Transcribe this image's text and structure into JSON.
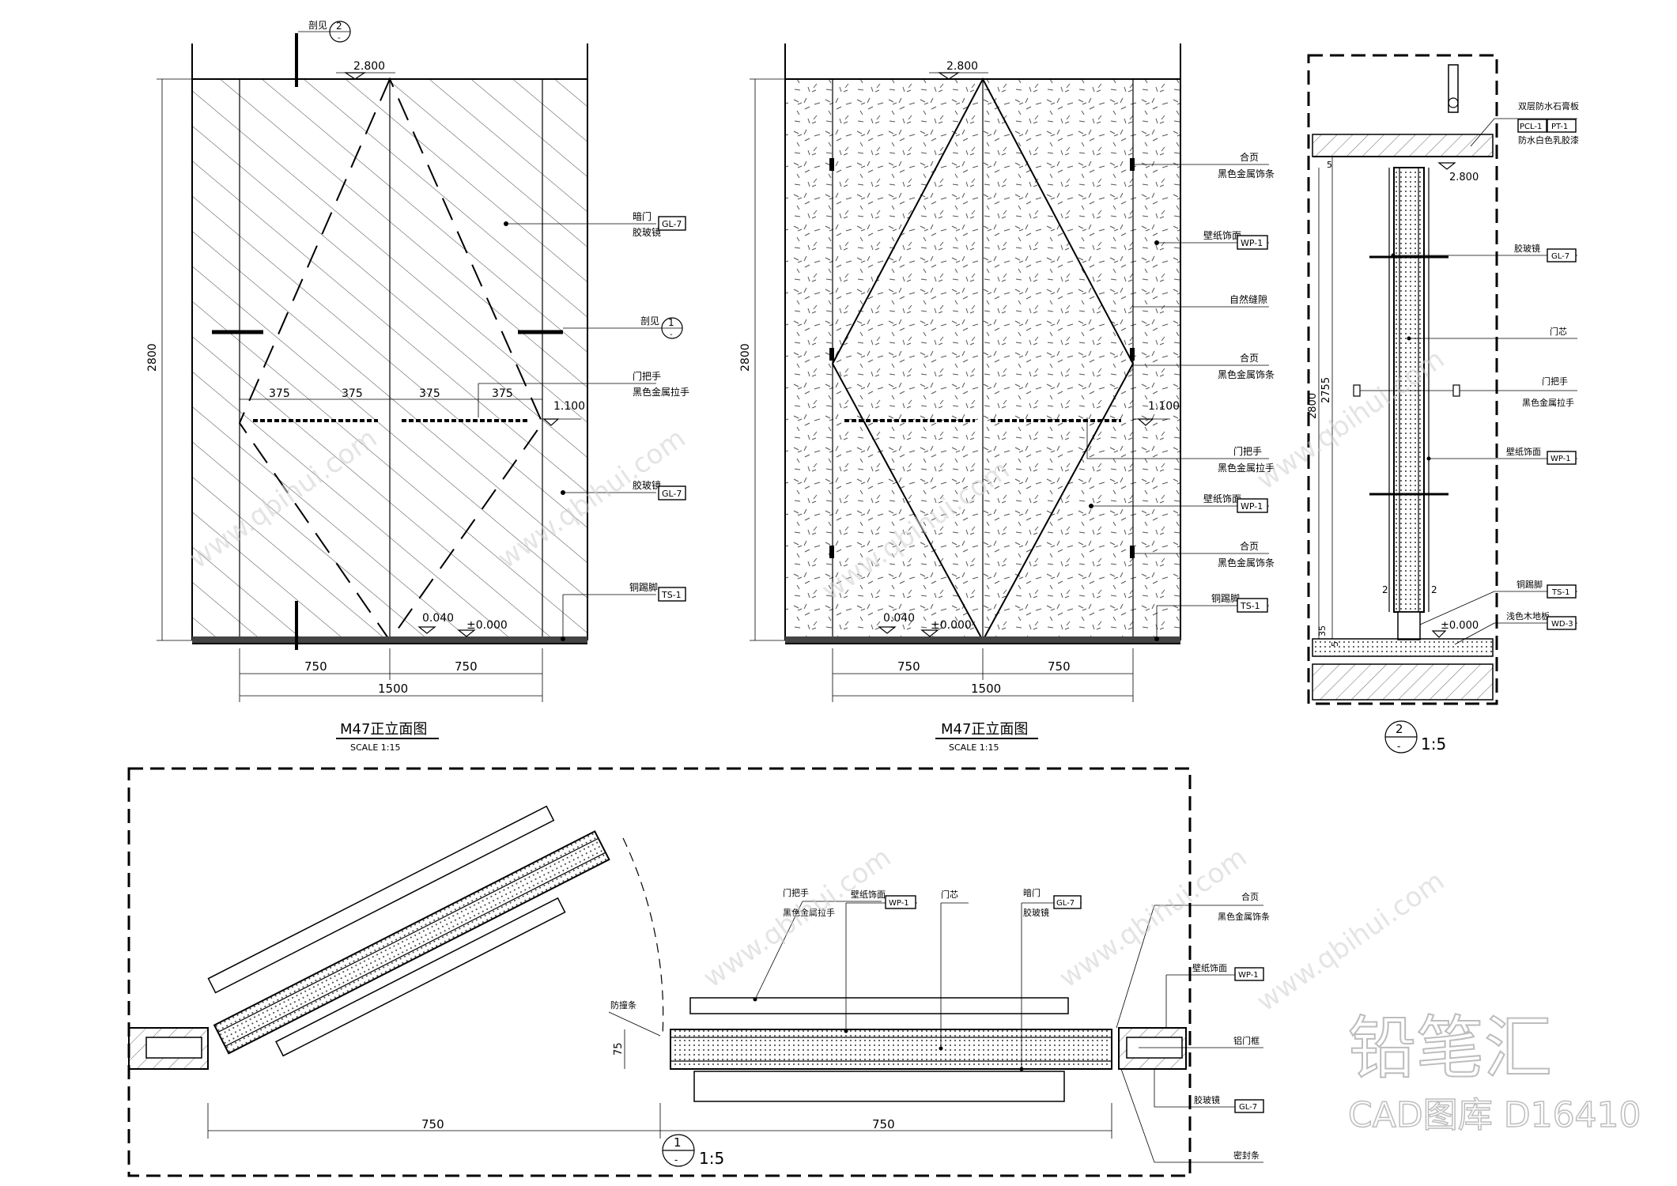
{
  "elev_a": {
    "title": "M47正立面图",
    "scale": "SCALE  1:15",
    "dims": {
      "top": "2.800",
      "left": "2800",
      "h1": "1.100",
      "z1": "0.040",
      "z2": "±0.000",
      "w1": "750",
      "w2": "750",
      "wt": "1500",
      "q": [
        "375",
        "375",
        "375",
        "375"
      ]
    },
    "cuts": {
      "a": "2",
      "b": "1",
      "sub": "-",
      "la": "剖见",
      "lb": "剖见"
    },
    "notes": [
      {
        "t1": "暗门",
        "t2": "胶玻镜",
        "tag": "GL-7"
      },
      {
        "t1": "门把手",
        "t2": "黑色金属拉手",
        "tag": ""
      },
      {
        "t1": "胶玻镜",
        "t2": "",
        "tag": "GL-7"
      },
      {
        "t1": "铜踢脚",
        "t2": "",
        "tag": "TS-1"
      }
    ]
  },
  "elev_b": {
    "title": "M47正立面图",
    "scale": "SCALE  1:15",
    "dims": {
      "top": "2.800",
      "left": "2800",
      "h1": "1.100",
      "z1": "0.040",
      "z2": "±0.000",
      "w1": "750",
      "w2": "750",
      "wt": "1500"
    },
    "notes": [
      {
        "t1": "合页",
        "t2": "黑色金属饰条",
        "tag": ""
      },
      {
        "t1": "壁纸饰面",
        "t2": "",
        "tag": "WP-1"
      },
      {
        "t1": "自然缝隙",
        "t2": "",
        "tag": ""
      },
      {
        "t1": "合页",
        "t2": "黑色金属饰条",
        "tag": ""
      },
      {
        "t1": "门把手",
        "t2": "黑色金属拉手",
        "tag": ""
      },
      {
        "t1": "壁纸饰面",
        "t2": "",
        "tag": "WP-1"
      },
      {
        "t1": "合页",
        "t2": "黑色金属饰条",
        "tag": ""
      },
      {
        "t1": "铜踢脚",
        "t2": "",
        "tag": "TS-1"
      }
    ]
  },
  "section": {
    "label_num": "2",
    "label_sub": "-",
    "scale": "1:5",
    "dims": {
      "top": "2.800",
      "d2800": "2800",
      "d2755": "2755",
      "d5": "5",
      "d2a": "2",
      "d2b": "2",
      "d35": "35",
      "d5b": "5",
      "z": "±0.000"
    },
    "notes": [
      {
        "t1": "双层防水石膏板",
        "t2": "防水白色乳胶漆",
        "tags": [
          "PCL-1",
          "PT-1"
        ]
      },
      {
        "t1": "胶玻镜",
        "t2": "",
        "tags": [
          "GL-7"
        ]
      },
      {
        "t1": "门芯",
        "t2": "",
        "tags": []
      },
      {
        "t1": "门把手",
        "t2": "黑色金属拉手",
        "tags": []
      },
      {
        "t1": "壁纸饰面",
        "t2": "",
        "tags": [
          "WP-1"
        ]
      },
      {
        "t1": "铜踢脚",
        "t2": "",
        "tags": [
          "TS-1"
        ]
      },
      {
        "t1": "浅色木地板",
        "t2": "",
        "tags": [
          "WD-3"
        ]
      }
    ]
  },
  "plan": {
    "label_num": "1",
    "label_sub": "-",
    "scale": "1:5",
    "dims": {
      "w1": "750",
      "w2": "750",
      "d75": "75"
    },
    "notes_top": [
      {
        "t1": "门把手",
        "t2": "黑色金属拉手",
        "tag": ""
      },
      {
        "t1": "壁纸饰面",
        "t2": "",
        "tag": "WP-1"
      },
      {
        "t1": "门芯",
        "t2": "",
        "tag": ""
      },
      {
        "t1": "暗门",
        "t2": "胶玻镜",
        "tag": "GL-7"
      }
    ],
    "note_left": "防撞条",
    "notes_right": [
      {
        "t1": "合页",
        "t2": "黑色金属饰条",
        "tag": ""
      },
      {
        "t1": "壁纸饰面",
        "t2": "",
        "tag": "WP-1"
      },
      {
        "t1": "铝门框",
        "t2": "",
        "tag": ""
      },
      {
        "t1": "胶玻镜",
        "t2": "",
        "tag": "GL-7"
      },
      {
        "t1": "密封条",
        "t2": "",
        "tag": ""
      }
    ]
  },
  "brand": {
    "logo": "铅笔汇",
    "caption": "CAD图库 D16410",
    "wm": "www.qbihui.com"
  }
}
